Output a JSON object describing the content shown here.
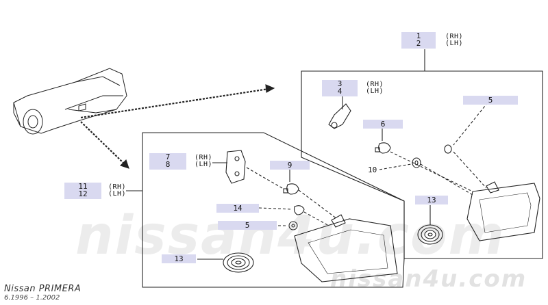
{
  "watermark": {
    "big": "nissan4u.com",
    "small": "nissan4u.com"
  },
  "footer": {
    "model": "Nissan PRIMERA",
    "dates": "6.1996 – 1.2002"
  },
  "sides": {
    "rh": "(RH)",
    "lh": "(LH)"
  },
  "callouts": {
    "c1": "1",
    "c2": "2",
    "c3": "3",
    "c4": "4",
    "c5a": "5",
    "c5b": "5",
    "c6": "6",
    "c7": "7",
    "c8": "8",
    "c9": "9",
    "c10": "10",
    "c11": "11",
    "c12": "12",
    "c13a": "13",
    "c13b": "13",
    "c14": "14"
  },
  "icons": [
    "car-rear-icon",
    "lamp-socket-icon",
    "bulb-icon",
    "gasket-icon",
    "tail-lamp-icon",
    "seal-coil-icon",
    "washer-icon"
  ]
}
